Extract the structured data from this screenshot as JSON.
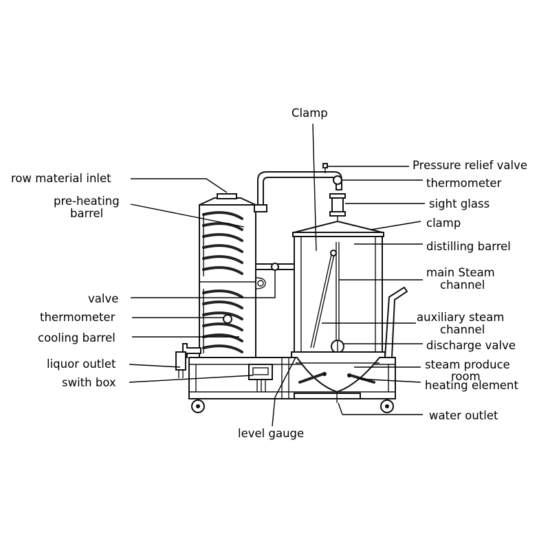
{
  "diagram": {
    "labels": {
      "clamp_top": "Clamp",
      "pressure_relief_valve": "Pressure relief valve",
      "thermometer_right": "thermometer",
      "sight_glass": "sight glass",
      "clamp_right": "clamp",
      "distilling_barrel": "distilling barrel",
      "main_steam_channel_1": "main Steam",
      "main_steam_channel_2": "channel",
      "auxiliary_steam_channel_1": "auxiliary steam",
      "auxiliary_steam_channel_2": "channel",
      "discharge_valve": "discharge valve",
      "steam_produce_room_1": "steam produce",
      "steam_produce_room_2": "room",
      "heating_element": "heating element",
      "water_outlet": "water outlet",
      "level_gauge": "level gauge",
      "row_material_inlet": "row material inlet",
      "pre_heating_barrel_1": "pre-heating",
      "pre_heating_barrel_2": "barrel",
      "valve": "valve",
      "thermometer_left": "thermometer",
      "cooling_barrel": "cooling barrel",
      "liquor_outlet": "liquor outlet",
      "switch_box": "swith box"
    }
  }
}
